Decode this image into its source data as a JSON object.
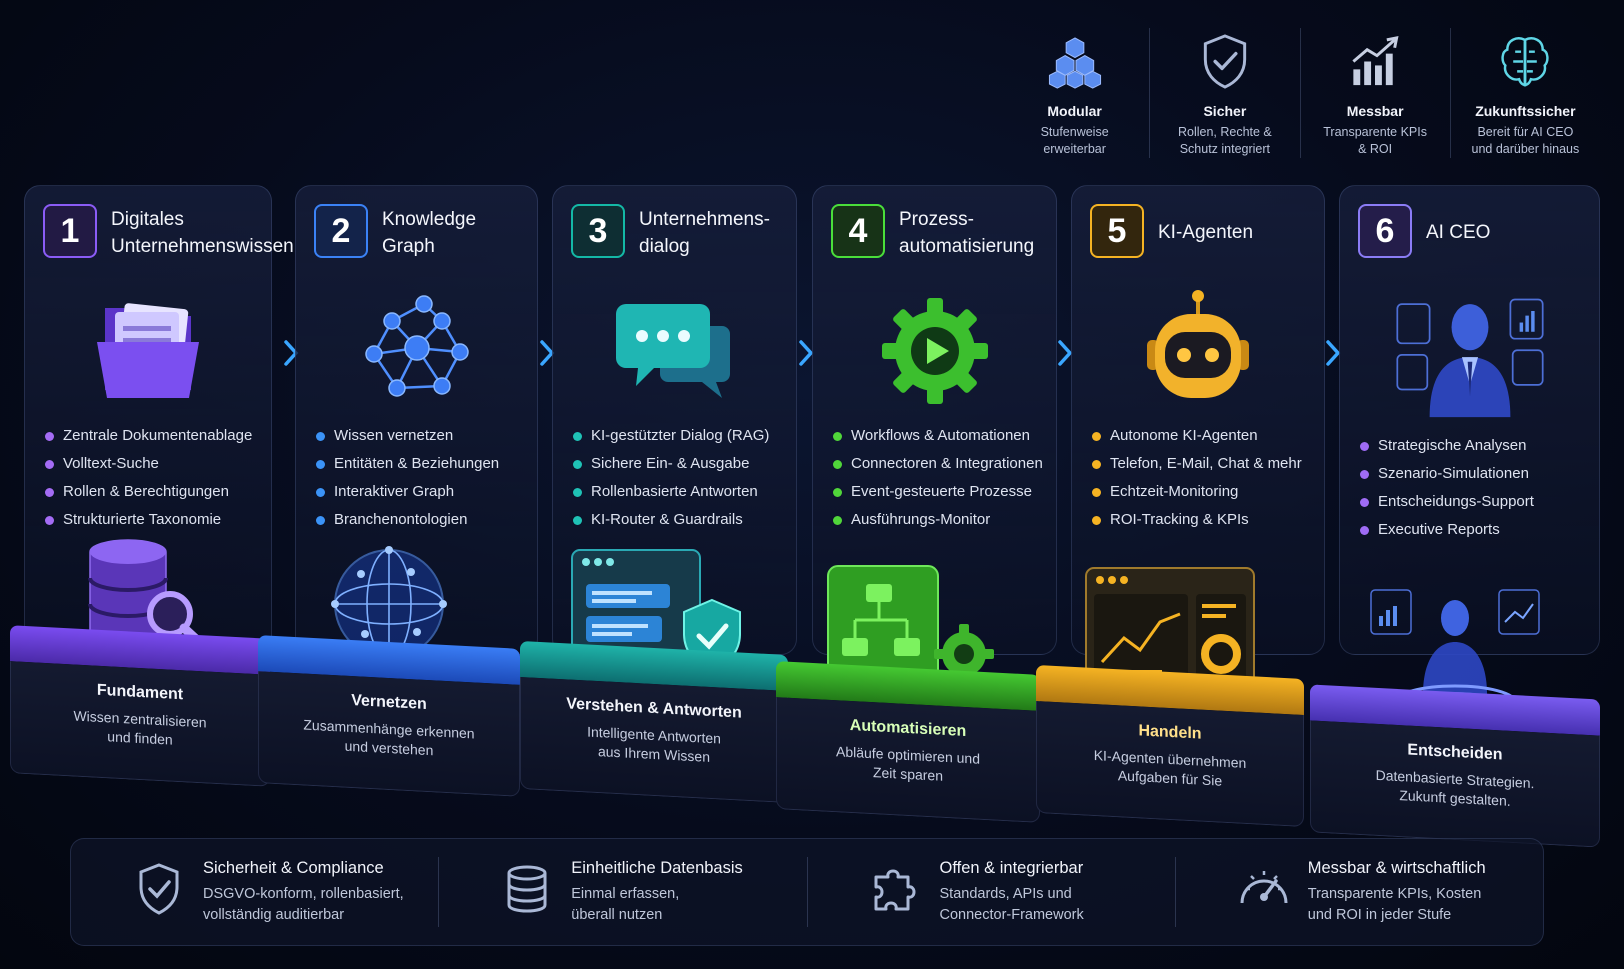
{
  "features": [
    {
      "icon": "cubes-icon",
      "title": "Modular",
      "desc": "Stufenweise\nerweiterbar"
    },
    {
      "icon": "shield-check-icon",
      "title": "Sicher",
      "desc": "Rollen, Rechte &\nSchutz integriert"
    },
    {
      "icon": "bar-chart-up-icon",
      "title": "Messbar",
      "desc": "Transparente KPIs\n& ROI"
    },
    {
      "icon": "brain-circuit-icon",
      "title": "Zukunftssicher",
      "desc": "Bereit für AI CEO\nund darüber hinaus"
    }
  ],
  "stages": [
    {
      "number": "1",
      "title": "Digitales\nUnternehmenswissen",
      "color": "#8b5cf6",
      "icon": "folder-documents-icon",
      "bullets": [
        "Zentrale Dokumentenablage",
        "Volltext-Suche",
        "Rollen & Berechtigungen",
        "Strukturierte Taxonomie"
      ],
      "pedestal_title": "Fundament",
      "pedestal_desc": "Wissen zentralisieren\nund finden",
      "art": "database-search-icon"
    },
    {
      "number": "2",
      "title": "Knowledge\nGraph",
      "color": "#3b82f6",
      "icon": "network-graph-icon",
      "bullets": [
        "Wissen vernetzen",
        "Entitäten & Beziehungen",
        "Interaktiver Graph",
        "Branchenontologien"
      ],
      "pedestal_title": "Vernetzen",
      "pedestal_desc": "Zusammenhänge erkennen\nund verstehen",
      "art": "globe-network-icon"
    },
    {
      "number": "3",
      "title": "Unternehmens-\ndialog",
      "color": "#14b8a6",
      "icon": "chat-bubbles-icon",
      "bullets": [
        "KI-gestützter Dialog (RAG)",
        "Sichere Ein- & Ausgabe",
        "Rollenbasierte Antworten",
        "KI-Router & Guardrails"
      ],
      "pedestal_title": "Verstehen & Antworten",
      "pedestal_desc": "Intelligente Antworten\naus Ihrem Wissen",
      "art": "chat-window-shield-icon"
    },
    {
      "number": "4",
      "title": "Prozess-\nautomatisierung",
      "color": "#4ade3a",
      "icon": "gear-play-icon",
      "bullets": [
        "Workflows & Automationen",
        "Connectoren & Integrationen",
        "Event-gesteuerte Prozesse",
        "Ausführungs-Monitor"
      ],
      "pedestal_title": "Automatisieren",
      "pedestal_desc": "Abläufe optimieren und\nZeit sparen",
      "art": "workflow-gear-icon"
    },
    {
      "number": "5",
      "title": "KI-Agenten",
      "color": "#f5b323",
      "icon": "robot-icon",
      "bullets": [
        "Autonome KI-Agenten",
        "Telefon, E-Mail, Chat & mehr",
        "Echtzeit-Monitoring",
        "ROI-Tracking & KPIs"
      ],
      "pedestal_title": "Handeln",
      "pedestal_desc": "KI-Agenten übernehmen\nAufgaben für Sie",
      "art": "dashboard-icon"
    },
    {
      "number": "6",
      "title": "AI CEO",
      "color": "#8b7cf6",
      "icon": "executive-avatar-icon",
      "bullets": [
        "Strategische Analysen",
        "Szenario-Simulationen",
        "Entscheidungs-Support",
        "Executive Reports"
      ],
      "pedestal_title": "Entscheiden",
      "pedestal_desc": "Datenbasierte Strategien.\nZukunft gestalten.",
      "art": "hologram-executive-icon"
    }
  ],
  "bottom": [
    {
      "icon": "shield-check-icon",
      "title": "Sicherheit & Compliance",
      "desc": "DSGVO-konform, rollenbasiert,\nvollständig auditierbar"
    },
    {
      "icon": "database-icon",
      "title": "Einheitliche Datenbasis",
      "desc": "Einmal erfassen,\nüberall nutzen"
    },
    {
      "icon": "puzzle-icon",
      "title": "Offen & integrierbar",
      "desc": "Standards, APIs und\nConnector-Framework"
    },
    {
      "icon": "gauge-icon",
      "title": "Messbar & wirtschaftlich",
      "desc": "Transparente KPIs, Kosten\nund ROI in jeder Stufe"
    }
  ]
}
